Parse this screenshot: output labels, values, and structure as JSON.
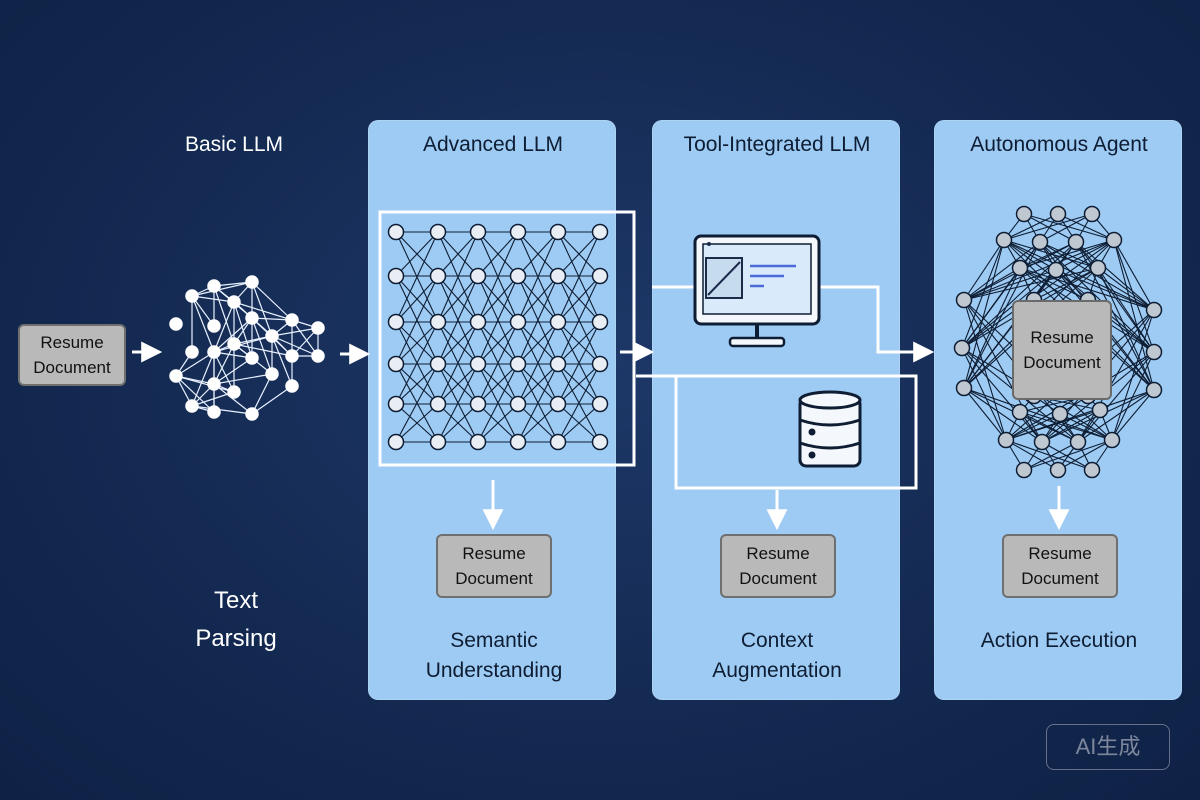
{
  "stages": [
    {
      "title": "Basic LLM",
      "caption_lines": [
        "Text",
        "Parsing"
      ]
    },
    {
      "title": "Advanced LLM",
      "caption_lines": [
        "Semantic",
        "Understanding"
      ]
    },
    {
      "title": "Tool-Integrated LLM",
      "caption_lines": [
        "Context",
        "Augmentation"
      ]
    },
    {
      "title": "Autonomous Agent",
      "caption_lines": [
        "Action Execution"
      ]
    }
  ],
  "document_box": {
    "line1": "Resume",
    "line2": "Document"
  },
  "watermark": "AI生成",
  "colors": {
    "background": "#142a52",
    "panel": "#9ecbf3",
    "document_box": "#b9b9b9",
    "line_white": "#ffffff",
    "line_dark": "#0e1d33"
  },
  "icons": [
    "monitor-icon",
    "database-icon",
    "neural-network-icon",
    "arrow-icon"
  ]
}
